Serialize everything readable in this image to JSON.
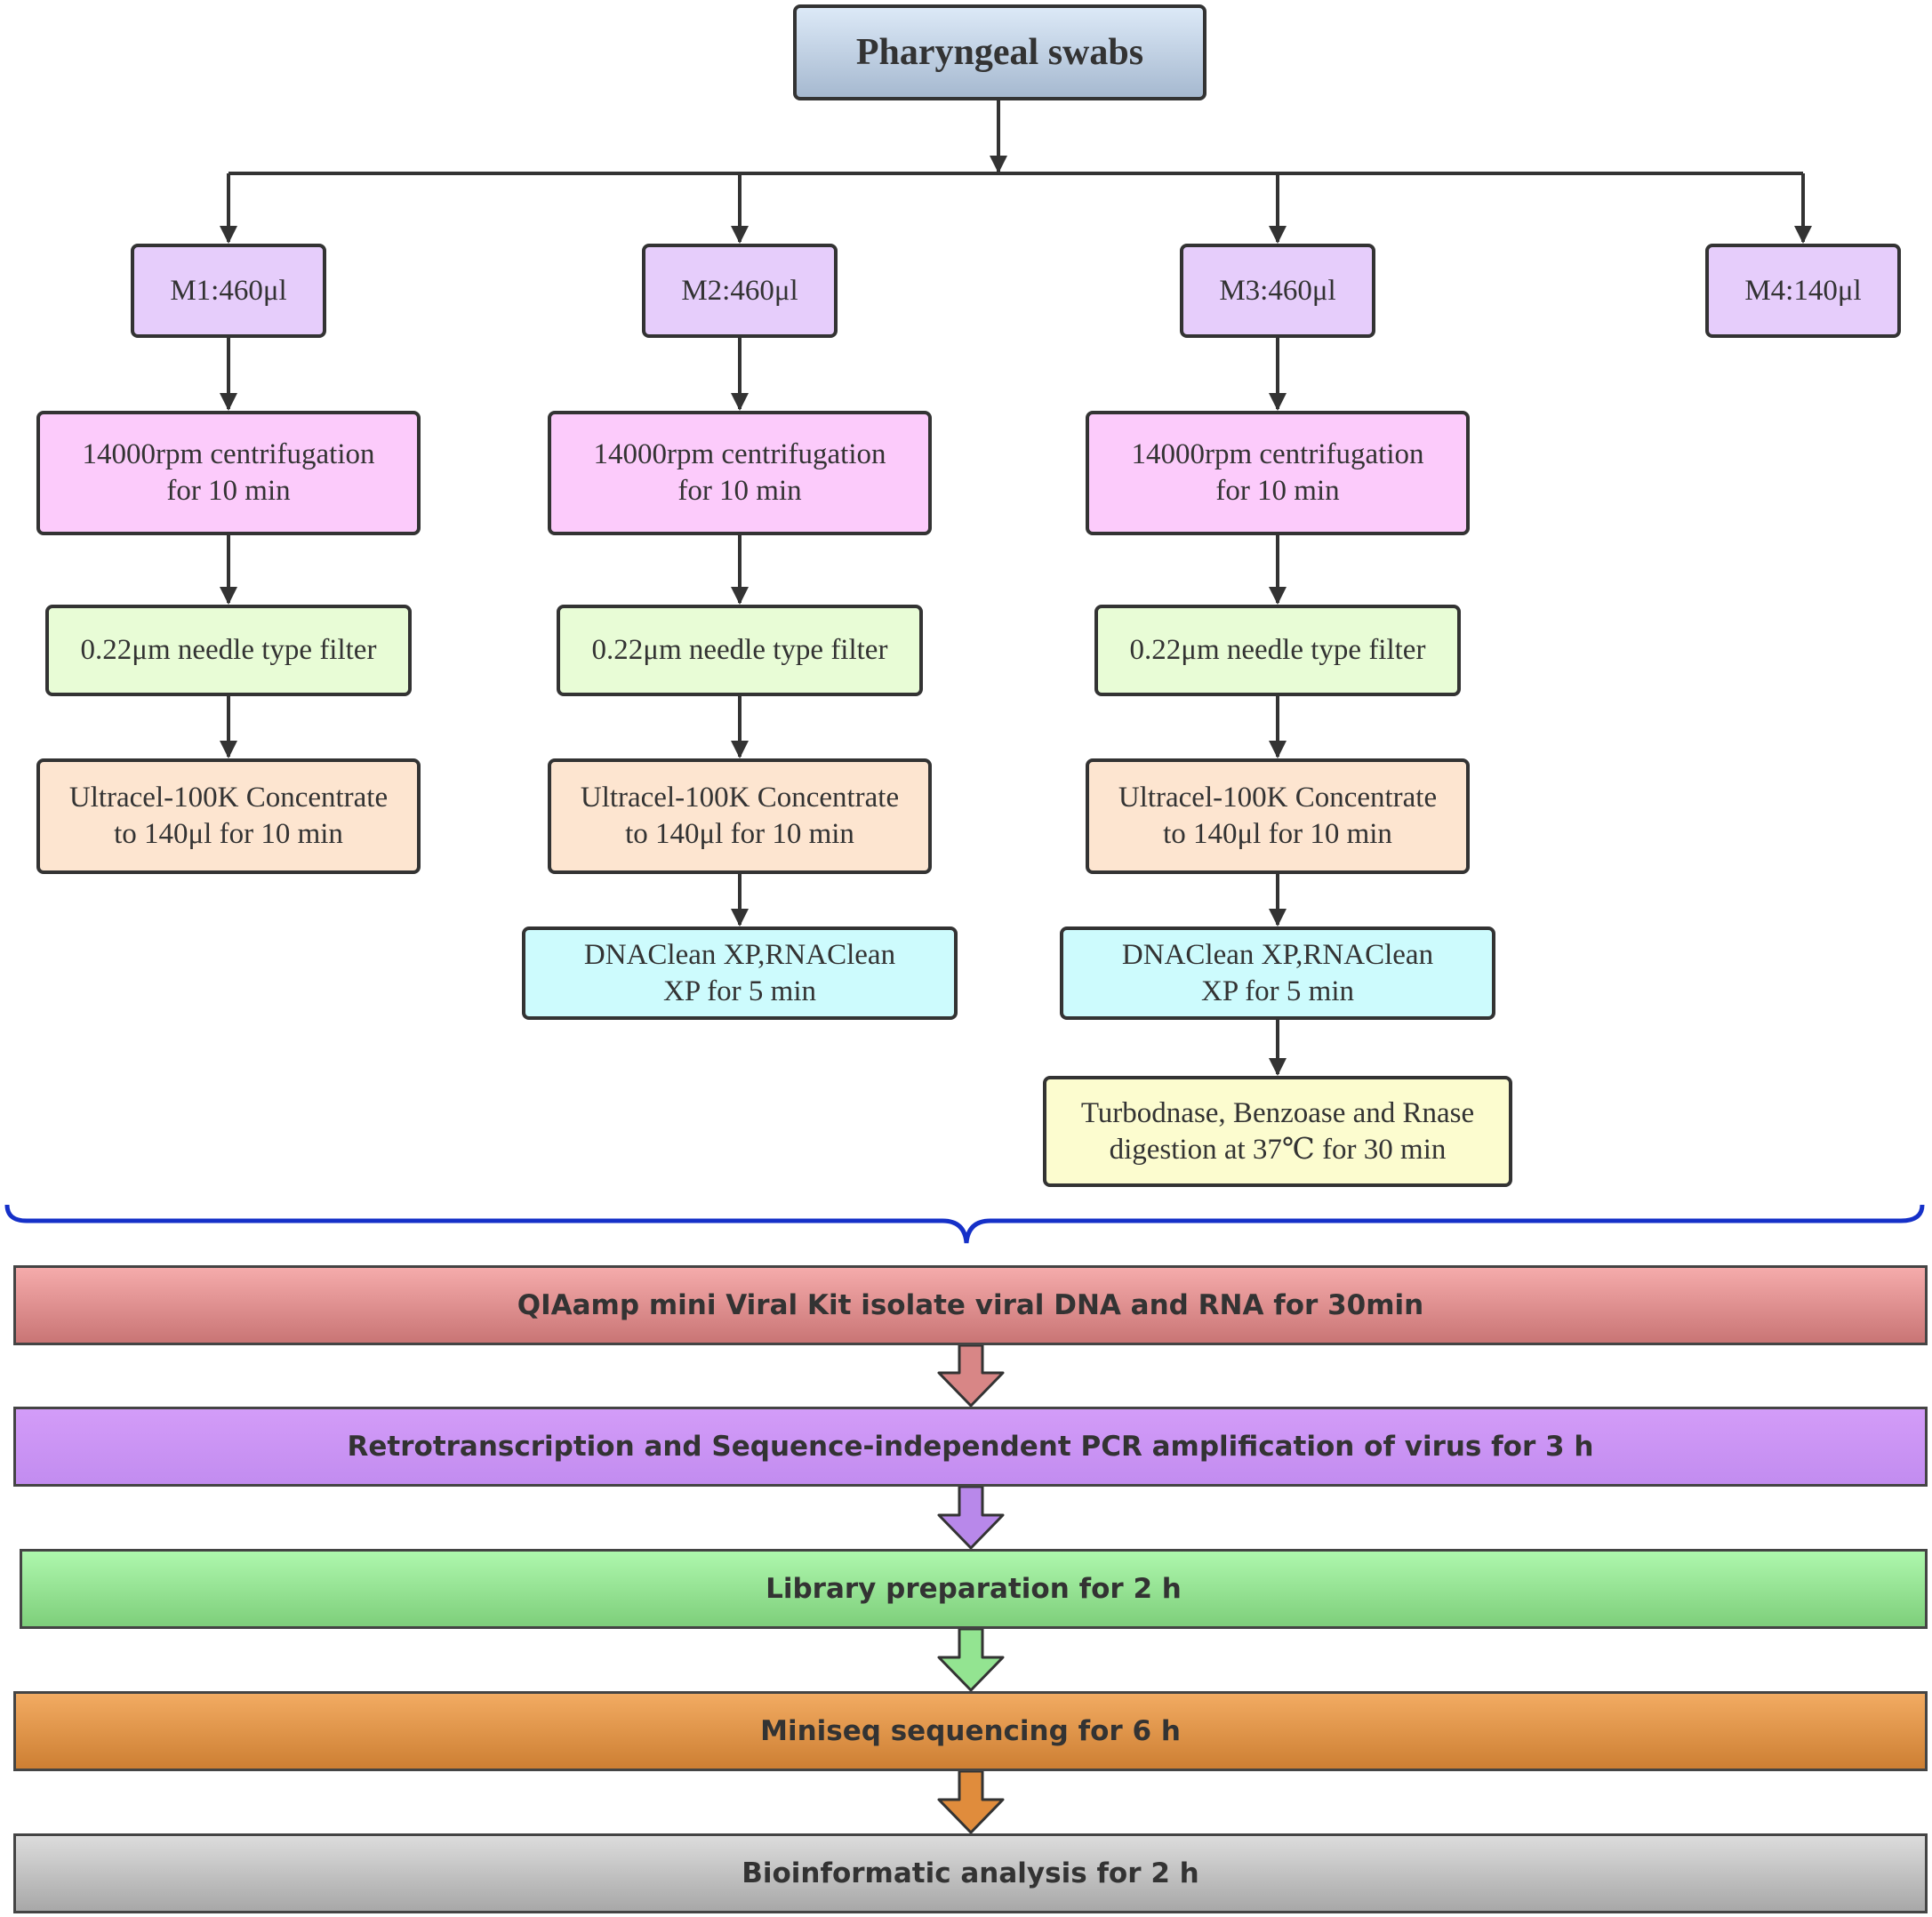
{
  "diagram": {
    "top": "Pharyngeal swabs",
    "branches": [
      {
        "sample": "M1:460μl",
        "steps": [
          {
            "kind": "centri",
            "text": "14000rpm centrifugation\nfor 10 min"
          },
          {
            "kind": "filter",
            "text": "0.22μm needle type filter"
          },
          {
            "kind": "conc",
            "text": "Ultracel-100K Concentrate\nto 140μl for 10 min"
          }
        ]
      },
      {
        "sample": "M2:460μl",
        "steps": [
          {
            "kind": "centri",
            "text": "14000rpm centrifugation\nfor 10 min"
          },
          {
            "kind": "filter",
            "text": "0.22μm needle type filter"
          },
          {
            "kind": "conc",
            "text": "Ultracel-100K Concentrate\nto 140μl for 10 min"
          },
          {
            "kind": "clean",
            "text": "DNAClean XP,RNAClean\nXP   for 5 min"
          }
        ]
      },
      {
        "sample": "M3:460μl",
        "steps": [
          {
            "kind": "centri",
            "text": "14000rpm centrifugation\nfor 10 min"
          },
          {
            "kind": "filter",
            "text": "0.22μm needle type filter"
          },
          {
            "kind": "conc",
            "text": "Ultracel-100K Concentrate\nto 140μl for 10 min"
          },
          {
            "kind": "clean",
            "text": "DNAClean XP,RNAClean\nXP   for 5 min"
          },
          {
            "kind": "digest",
            "text": "Turbodnase, Benzoase and Rnase\ndigestion at 37℃ for 30 min"
          }
        ]
      },
      {
        "sample": "M4:140μl",
        "steps": []
      }
    ],
    "stages": [
      {
        "text": "QIAamp mini Viral Kit  isolate viral DNA and RNA for 30min",
        "arrow_color": "#d88686"
      },
      {
        "text": "Retrotranscription and Sequence-independent PCR amplification of virus for 3 h",
        "arrow_color": "#b888ea"
      },
      {
        "text": "Library preparation for 2 h",
        "arrow_color": "#93e491"
      },
      {
        "text": "Miniseq sequencing for 6 h",
        "arrow_color": "#e08c3c"
      },
      {
        "text": "Bioinformatic analysis for 2 h"
      }
    ],
    "colors": {
      "line": "#333333",
      "brace": "#1530c8"
    }
  }
}
